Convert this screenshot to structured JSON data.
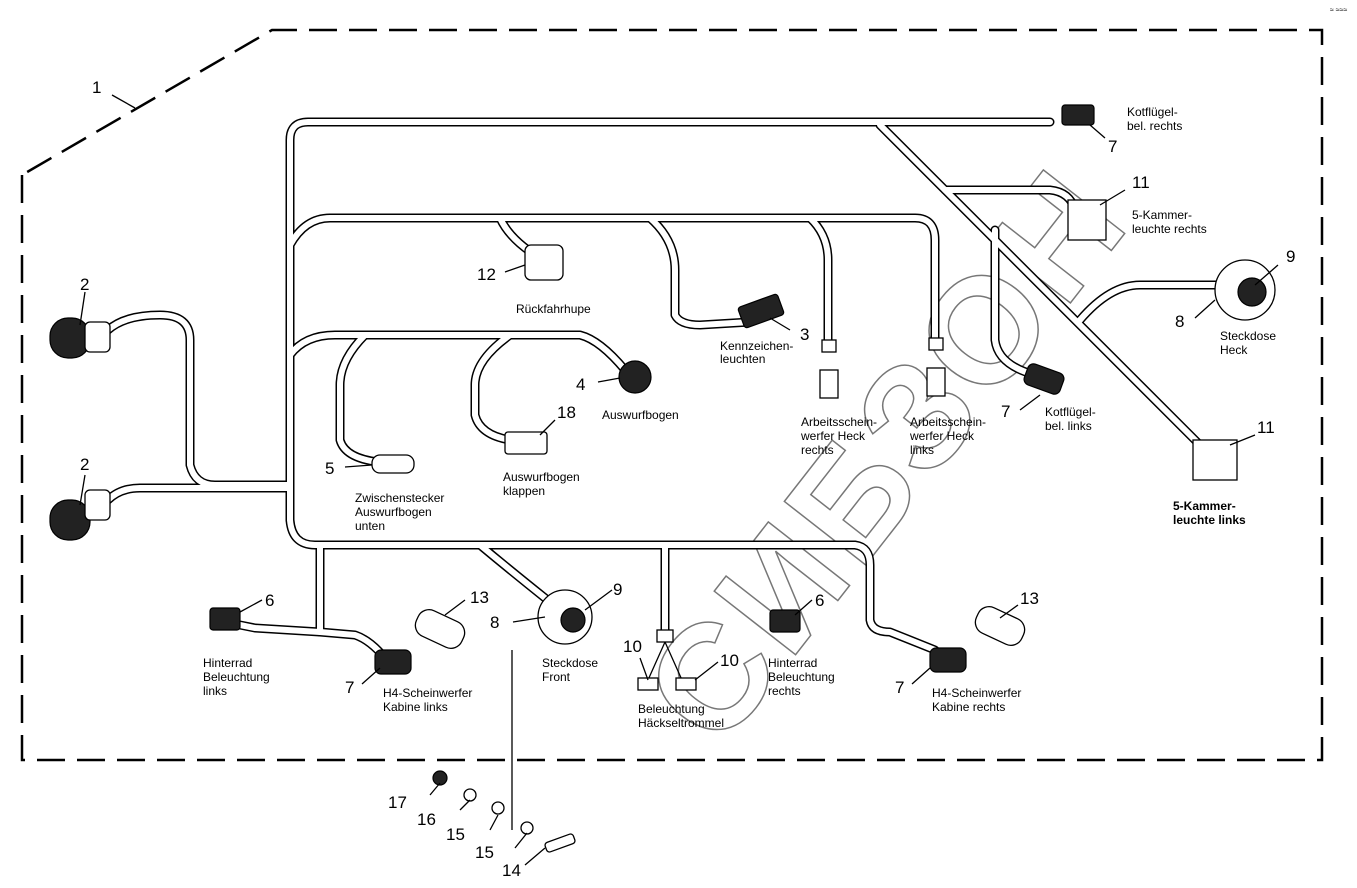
{
  "watermark": "СИБЗОН",
  "corner_mark": "≈ ≈≈≈",
  "callouts": {
    "c1": "1",
    "c2a": "2",
    "c2b": "2",
    "c3": "3",
    "c4": "4",
    "c5": "5",
    "c6a": "6",
    "c6b": "6",
    "c7a": "7",
    "c7b": "7",
    "c7c": "7",
    "c7d": "7",
    "c8a": "8",
    "c8b": "8",
    "c9a": "9",
    "c9b": "9",
    "c10a": "10",
    "c10b": "10",
    "c11a": "11",
    "c11b": "11",
    "c12": "12",
    "c13a": "13",
    "c13b": "13",
    "c14": "14",
    "c15a": "15",
    "c15b": "15",
    "c16": "16",
    "c17": "17",
    "c18": "18"
  },
  "labels": {
    "kotfluegel_rechts": [
      "Kotflügel-",
      "bel. rechts"
    ],
    "kammer_rechts": [
      "5-Kammer-",
      "leuchte rechts"
    ],
    "steckdose_heck": [
      "Steckdose",
      "Heck"
    ],
    "kotfluegel_links": [
      "Kotflügel-",
      "bel. links"
    ],
    "kammer_links": [
      "5-Kammer-",
      "leuchte links"
    ],
    "rueckfahrhupe": [
      "Rückfahrhupe"
    ],
    "kennzeichen": [
      "Kennzeichen-",
      "leuchten"
    ],
    "arbeits_rechts": [
      "Arbeitsschein-",
      "werfer Heck",
      "rechts"
    ],
    "arbeits_links": [
      "Arbeitsschein-",
      "werfer Heck",
      "links"
    ],
    "auswurfbogen": [
      "Auswurfbogen"
    ],
    "auswurfbogen_klappen": [
      "Auswurfbogen",
      "klappen"
    ],
    "zwischenstecker": [
      "Zwischenstecker",
      "Auswurfbogen",
      "unten"
    ],
    "hinterrad_links": [
      "Hinterrad",
      "Beleuchtung",
      "links"
    ],
    "h4_links": [
      "H4-Scheinwerfer",
      "Kabine links"
    ],
    "steckdose_front": [
      "Steckdose",
      "Front"
    ],
    "haeckseltrommel": [
      "Beleuchtung",
      "Häckseltrommel"
    ],
    "hinterrad_rechts": [
      "Hinterrad",
      "Beleuchtung",
      "rechts"
    ],
    "h4_rechts": [
      "H4-Scheinwerfer",
      "Kabine rechts"
    ]
  }
}
